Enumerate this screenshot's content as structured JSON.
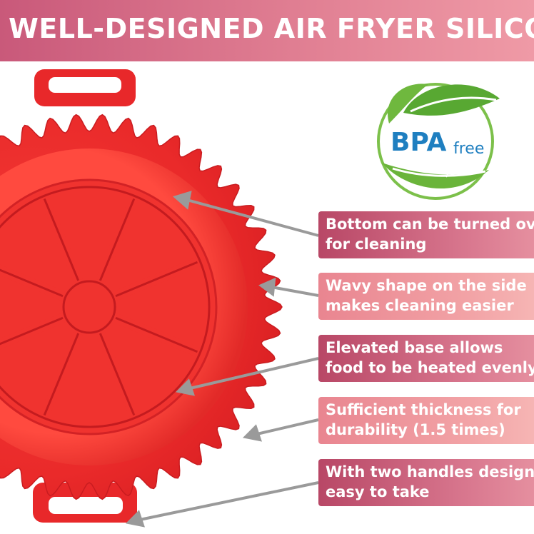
{
  "banner": {
    "title": "WELL-DESIGNED AIR FRYER SILICONE POT"
  },
  "badge": {
    "main": "BPA",
    "sub": "free",
    "icon": "leaf-icon"
  },
  "callouts": [
    {
      "line1": "Bottom can be turned over",
      "line2": "for cleaning"
    },
    {
      "line1": "Wavy shape on the side",
      "line2": "makes cleaning easier"
    },
    {
      "line1": "Elevated base allows",
      "line2": "food to be heated evenly"
    },
    {
      "line1": "Sufficient thickness for",
      "line2": "durability (1.5 times)"
    },
    {
      "line1": "With two handles design",
      "line2": "easy to take"
    }
  ],
  "colors": {
    "banner": "#d46d86",
    "callout_dark": "#c2587a",
    "callout_light": "#f09aa2",
    "pot": "#ee2d2d",
    "leaf": "#5aa83a",
    "bpa_text": "#1f7fc0"
  }
}
